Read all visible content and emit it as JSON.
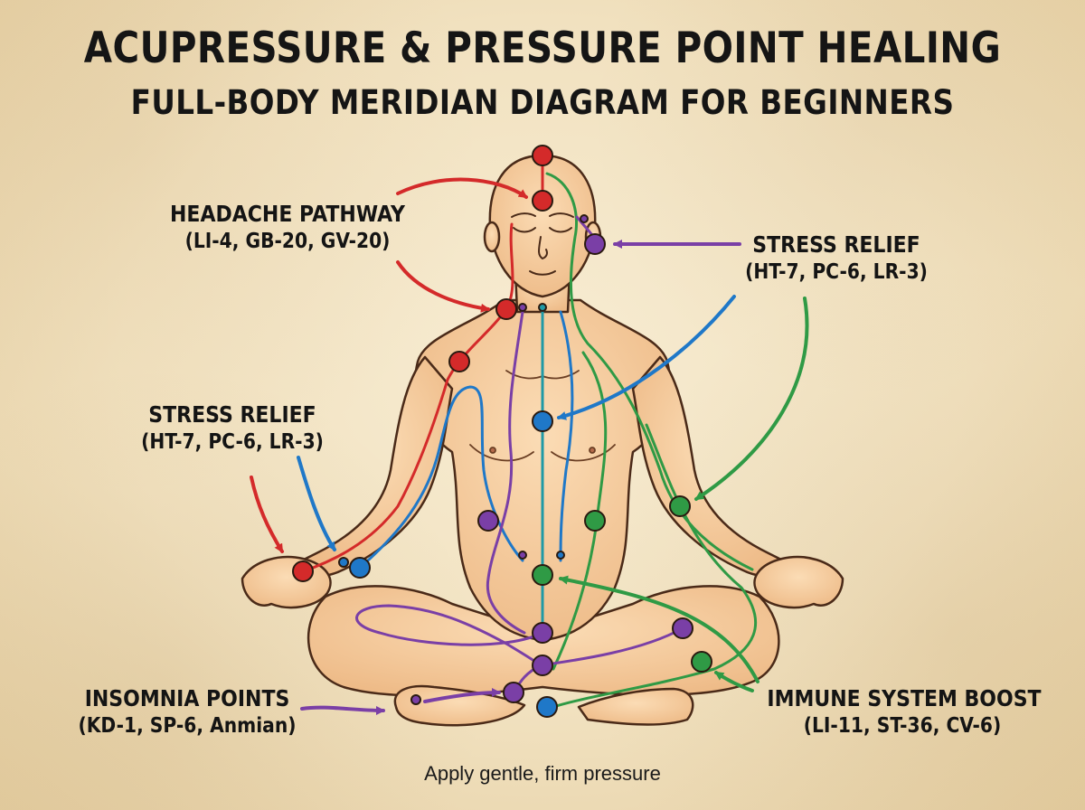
{
  "title": "ACUPRESSURE & PRESSURE POINT HEALING",
  "subtitle": "FULL-BODY MERIDIAN DIAGRAM FOR BEGINNERS",
  "callouts": {
    "headache": {
      "heading": "HEADACHE PATHWAY",
      "points": "(LI-4, GB-20, GV-20)",
      "color": "#d42a2a"
    },
    "stress_left": {
      "heading": "STRESS RELIEF",
      "points": "(HT-7, PC-6, LR-3)",
      "color": "#1f78c8"
    },
    "stress_right": {
      "heading": "STRESS RELIEF",
      "points": "(HT-7, PC-6, LR-3)",
      "color": "#7a3fa6"
    },
    "insomnia": {
      "heading": "INSOMNIA POINTS",
      "points": "(KD-1, SP-6, Anmian)",
      "color": "#7a3fa6"
    },
    "immune": {
      "heading": "IMMUNE SYSTEM BOOST",
      "points": "(LI-11, ST-36, CV-6)",
      "color": "#2f9a45"
    }
  },
  "footer": "Apply gentle, firm pressure",
  "colors": {
    "red": "#d42a2a",
    "blue": "#1f78c8",
    "purple": "#7a3fa6",
    "green": "#2f9a45",
    "skin": "#f6cda0",
    "outline": "#4a2a18"
  }
}
